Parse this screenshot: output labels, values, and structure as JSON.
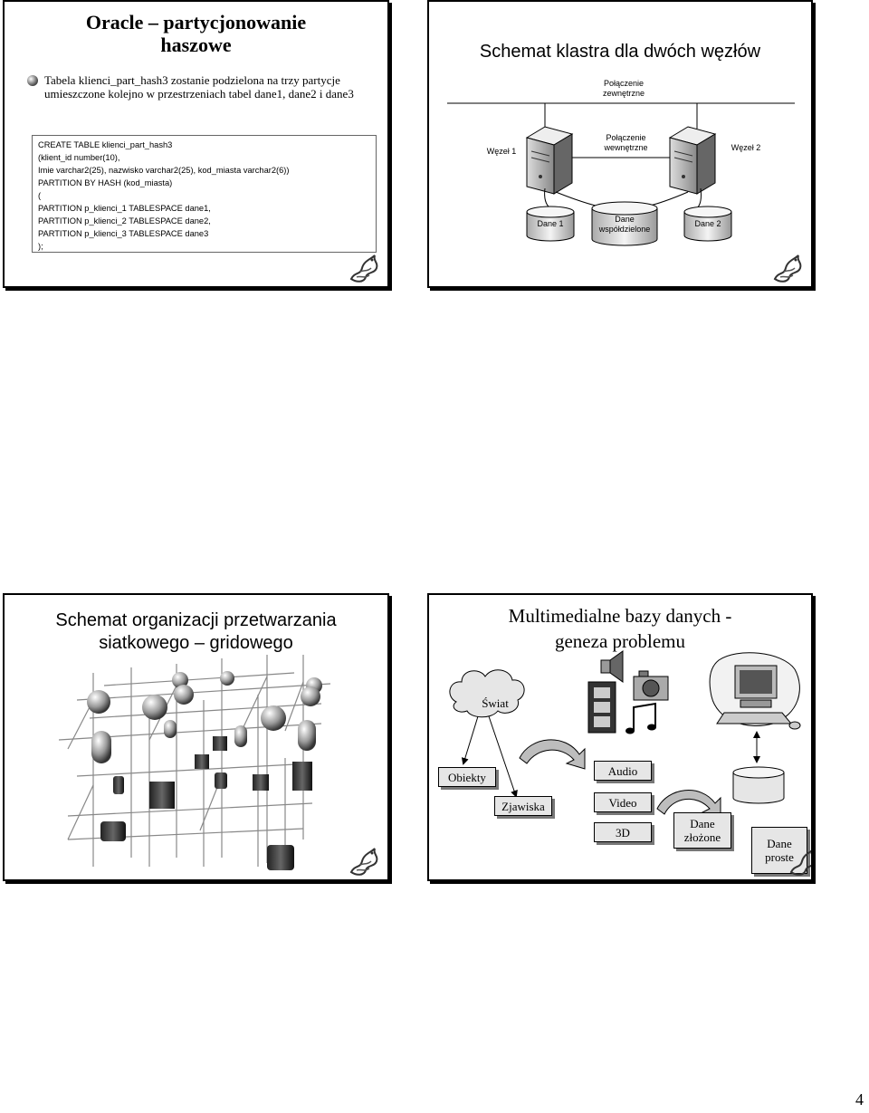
{
  "slide1": {
    "title_line1": "Oracle – partycjonowanie",
    "title_line2": "haszowe",
    "bullet_text": "Tabela klienci_part_hash3 zostanie podzielona na trzy partycje umieszczone kolejno w przestrzeniach tabel dane1, dane2 i dane3",
    "code_lines": [
      "CREATE TABLE klienci_part_hash3",
      "(klient_id number(10),",
      "Imie varchar2(25), nazwisko varchar2(25), kod_miasta varchar2(6))",
      "PARTITION BY HASH  (kod_miasta)",
      "(",
      "PARTITION p_klienci_1 TABLESPACE dane1,",
      "PARTITION p_klienci_2 TABLESPACE dane2,",
      "PARTITION p_klienci_3 TABLESPACE dane3",
      ");"
    ]
  },
  "slide2": {
    "title": "Schemat klastra dla dwóch węzłów",
    "external_line1": "Połączenie",
    "external_line2": "zewnętrzne",
    "internal_line1": "Połączenie",
    "internal_line2": "wewnętrzne",
    "node1": "Węzeł 1",
    "node2": "Węzeł 2",
    "data1": "Dane 1",
    "data2": "Dane 2",
    "shared_line1": "Dane",
    "shared_line2": "współdzielone"
  },
  "slide3": {
    "title_line1": "Schemat organizacji przetwarzania",
    "title_line2": "siatkowego – gridowego"
  },
  "slide4": {
    "title_line1": "Multimedialne bazy danych -",
    "title_line2": "geneza problemu",
    "world": "Świat",
    "objects": "Obiekty",
    "phenomena": "Zjawiska",
    "audio": "Audio",
    "video": "Video",
    "threed": "3D",
    "complex_line1": "Dane",
    "complex_line2": "złożone",
    "simple_line1": "Dane",
    "simple_line2": "proste"
  },
  "page_number": "4"
}
